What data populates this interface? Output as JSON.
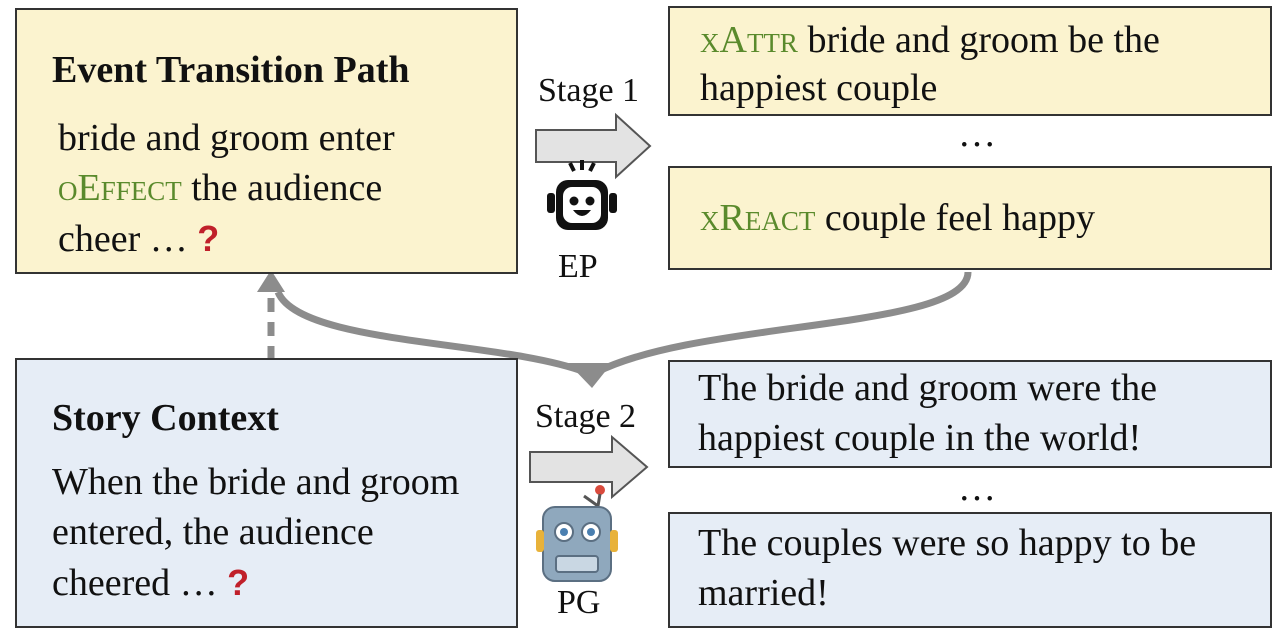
{
  "etp": {
    "title": "Event Transition Path",
    "line1": "bride and groom enter",
    "line2_tag": "oEffect",
    "line2_rest": " the audience",
    "line3": "cheer …",
    "q_mark": "?"
  },
  "stage1": {
    "label": "Stage 1",
    "model": "EP"
  },
  "events": [
    {
      "tag": "xAttr",
      "text1": " bride and groom be the",
      "text2": "happiest couple"
    },
    {
      "ellipsis": "…"
    },
    {
      "tag": "xReact",
      "text1": " couple feel happy"
    }
  ],
  "story": {
    "title": "Story Context",
    "line1": "When the bride and groom",
    "line2": "entered, the audience",
    "line3": "cheered …",
    "q_mark": "?"
  },
  "stage2": {
    "label": "Stage 2",
    "model": "PG"
  },
  "outputs": [
    {
      "line1": "The bride and groom were the",
      "line2": "happiest couple in the world!"
    },
    {
      "ellipsis": "…"
    },
    {
      "line1": "The couples were so happy to be",
      "line2": "married!"
    }
  ],
  "colors": {
    "yellow_box": "#fbf3cf",
    "blue_box": "#e6edf6",
    "relation_tag": "#5a8a2c",
    "question_mark": "#c0202a",
    "arrow": "#8c8c8c"
  },
  "icons": [
    "robot-ep-icon",
    "robot-pg-icon"
  ]
}
